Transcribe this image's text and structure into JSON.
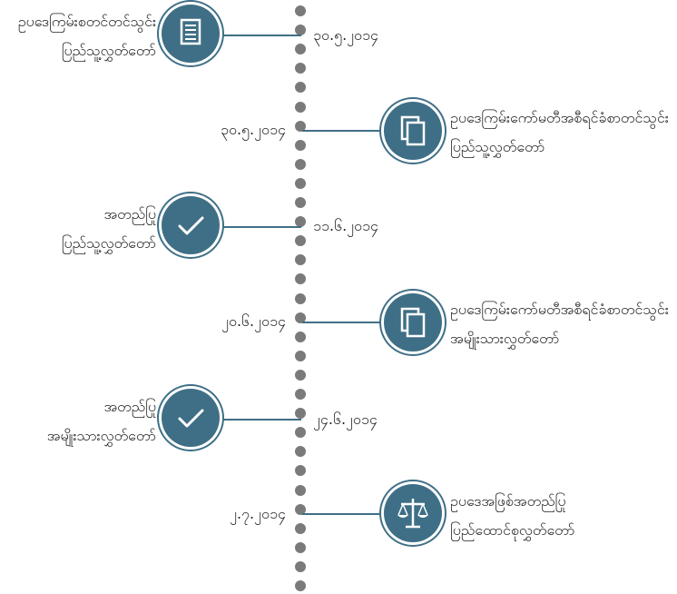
{
  "events": [
    {
      "date": "၃၀.၅.၂၀၁၄",
      "line1": "ဥပဒေကြမ်းစတင်တင်သွင်း",
      "line2": "ပြည်သူ့လွှတ်တော်",
      "icon": "document-icon"
    },
    {
      "date": "၃၀.၅.၂၀၁၄",
      "line1": "ဥပဒေကြမ်းကော်မတီအစီရင်ခံစာတင်သွင်း",
      "line2": "ပြည်သူ့လွှတ်တော်",
      "icon": "pages-icon"
    },
    {
      "date": "၁၁.၆.၂၀၁၄",
      "line1": "အတည်ပြု",
      "line2": "ပြည်သူ့လွှတ်တော်",
      "icon": "checkmark-icon"
    },
    {
      "date": "၂၀.၆.၂၀၁၄",
      "line1": "ဥပဒေကြမ်းကော်မတီအစီရင်ခံစာတင်သွင်း",
      "line2": "အမျိုးသားလွှတ်တော်",
      "icon": "pages-icon"
    },
    {
      "date": "၂၄.၆.၂၀၁၄",
      "line1": "အတည်ပြု",
      "line2": "အမျိုးသားလွှတ်တော်",
      "icon": "checkmark-icon"
    },
    {
      "date": "၂.၇.၂၀၁၄",
      "line1": "ဥပဒေအဖြစ်အတည်ပြု",
      "line2": "ပြည်ထောင်စုလွှတ်တော်",
      "icon": "scales-icon"
    }
  ],
  "colors": {
    "accent": "#3f6f86",
    "dot": "#7a7a7a"
  }
}
